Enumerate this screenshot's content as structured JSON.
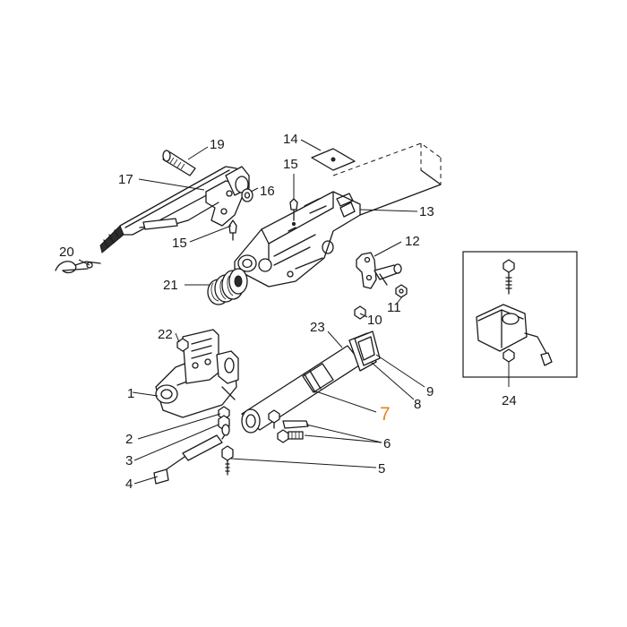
{
  "callouts": {
    "c1": "1",
    "c2": "2",
    "c3": "3",
    "c4": "4",
    "c5": "5",
    "c6": "6",
    "c7": "7",
    "c8": "8",
    "c9": "9",
    "c10": "10",
    "c11": "11",
    "c12": "12",
    "c13": "13",
    "c14": "14",
    "c15a": "15",
    "c15b": "15",
    "c16": "16",
    "c17": "17",
    "c19": "19",
    "c20": "20",
    "c21": "21",
    "c22": "22",
    "c23": "23",
    "c24": "24"
  },
  "colors": {
    "line": "#1a1a1a",
    "highlight": "#e8831e",
    "background": "#ffffff"
  }
}
